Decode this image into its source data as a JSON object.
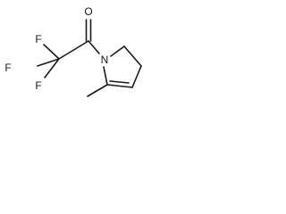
{
  "molecule": {
    "atoms": {
      "oxygen": "O",
      "nitrogen": "N",
      "fluorine_top": "F",
      "fluorine_left": "F",
      "fluorine_bottom": "F"
    },
    "colors": {
      "bond": "#1a1a1a",
      "label": "#1a1a1a",
      "background": "#ffffff"
    }
  }
}
